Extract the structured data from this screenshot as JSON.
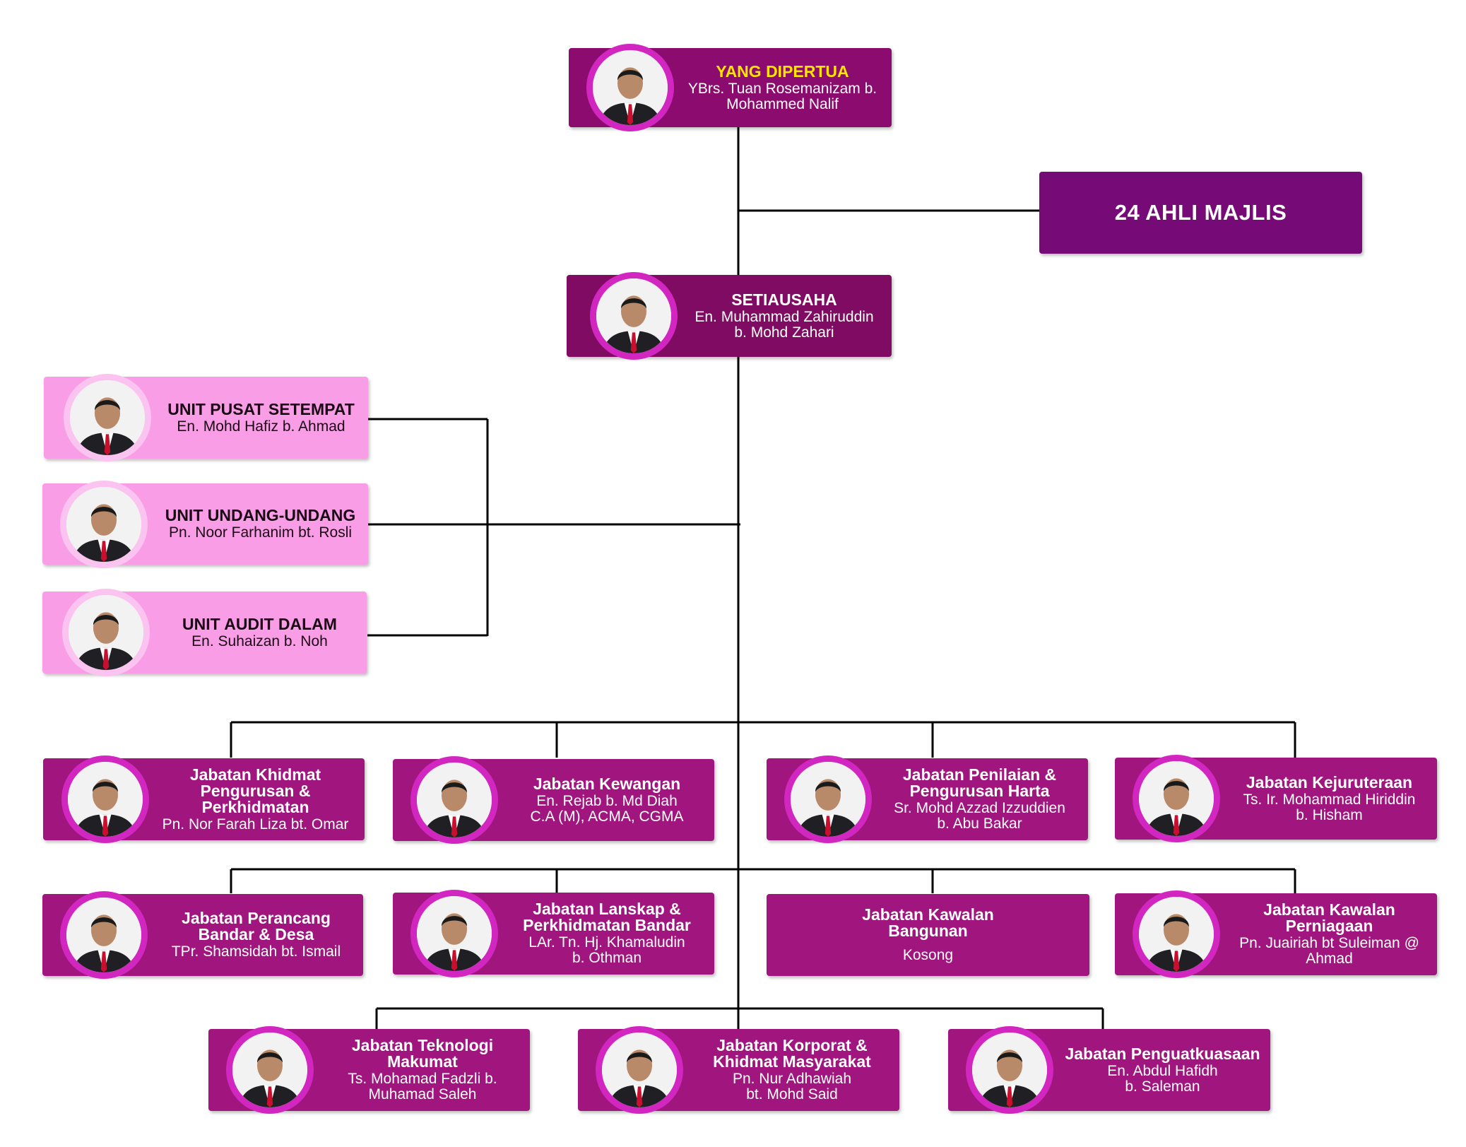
{
  "chart_data": {
    "type": "org-chart",
    "head": {
      "title": "YANG DIPERTUA",
      "name": "YBrs. Tuan Rosemanizam b.\nMohammed Nalif"
    },
    "council": {
      "title": "24 AHLI MAJLIS"
    },
    "secretary": {
      "title": "SETIAUSAHA",
      "name": "En. Muhammad Zahiruddin\nb. Mohd Zahari"
    },
    "units": [
      {
        "title": "UNIT PUSAT SETEMPAT",
        "name": "En. Mohd Hafiz b. Ahmad"
      },
      {
        "title": "UNIT UNDANG-UNDANG",
        "name": "Pn. Noor Farhanim bt. Rosli"
      },
      {
        "title": "UNIT AUDIT DALAM",
        "name": "En. Suhaizan b. Noh"
      }
    ],
    "departments": [
      {
        "title": "Jabatan Khidmat\nPengurusan &\nPerkhidmatan",
        "name": "Pn. Nor Farah Liza bt. Omar"
      },
      {
        "title": "Jabatan Kewangan",
        "name": "En. Rejab b. Md Diah\nC.A (M), ACMA, CGMA"
      },
      {
        "title": "Jabatan Penilaian &\nPengurusan Harta",
        "name": "Sr. Mohd Azzad Izzuddien\nb. Abu Bakar"
      },
      {
        "title": "Jabatan Kejuruteraan",
        "name": "Ts. Ir. Mohammad Hiriddin\nb. Hisham"
      },
      {
        "title": "Jabatan Perancang\nBandar & Desa",
        "name": "TPr. Shamsidah bt. Ismail"
      },
      {
        "title": "Jabatan Lanskap &\nPerkhidmatan Bandar",
        "name": "LAr. Tn. Hj. Khamaludin\nb. Othman"
      },
      {
        "title": "Jabatan Kawalan\nBangunan",
        "name": "Kosong"
      },
      {
        "title": "Jabatan Kawalan\nPerniagaan",
        "name": "Pn. Juairiah bt Suleiman @\nAhmad"
      },
      {
        "title": "Jabatan Teknologi\nMakumat",
        "name": "Ts. Mohamad Fadzli b.\nMuhamad Saleh"
      },
      {
        "title": "Jabatan Korporat &\nKhidmat Masyarakat",
        "name": "Pn. Nur Adhawiah\nbt. Mohd Said"
      },
      {
        "title": "Jabatan Penguatkuasaan",
        "name": "En. Abdul Hafidh\nb. Saleman"
      }
    ]
  },
  "colors": {
    "department": "#a1157f",
    "head": "#8c0b6f",
    "secretary": "#7f0c62",
    "council": "#760b78",
    "unit": "#f99ee6",
    "title_highlight": "#ffe500"
  },
  "icons": {
    "portrait": "person-photo-icon"
  }
}
